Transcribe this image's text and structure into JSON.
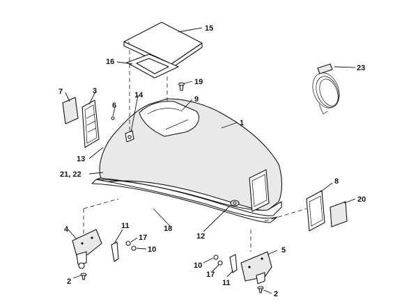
{
  "diagram": {
    "callouts": [
      {
        "id": "c15",
        "text": "15"
      },
      {
        "id": "c16",
        "text": "16"
      },
      {
        "id": "c19",
        "text": "19"
      },
      {
        "id": "c23",
        "text": "23"
      },
      {
        "id": "c7",
        "text": "7"
      },
      {
        "id": "c3",
        "text": "3"
      },
      {
        "id": "c14",
        "text": "14"
      },
      {
        "id": "c9",
        "text": "9"
      },
      {
        "id": "c6",
        "text": "6"
      },
      {
        "id": "c1",
        "text": "1"
      },
      {
        "id": "c13",
        "text": "13"
      },
      {
        "id": "c2122",
        "text": "21, 22"
      },
      {
        "id": "c8",
        "text": "8"
      },
      {
        "id": "c20",
        "text": "20"
      },
      {
        "id": "c4",
        "text": "4"
      },
      {
        "id": "c11a",
        "text": "11"
      },
      {
        "id": "c17a",
        "text": "17"
      },
      {
        "id": "c10a",
        "text": "10"
      },
      {
        "id": "c18",
        "text": "18"
      },
      {
        "id": "c12",
        "text": "12"
      },
      {
        "id": "c2a",
        "text": "2"
      },
      {
        "id": "c5",
        "text": "5"
      },
      {
        "id": "c10b",
        "text": "10"
      },
      {
        "id": "c17b",
        "text": "17"
      },
      {
        "id": "c11b",
        "text": "11"
      },
      {
        "id": "c2b",
        "text": "2"
      }
    ]
  }
}
